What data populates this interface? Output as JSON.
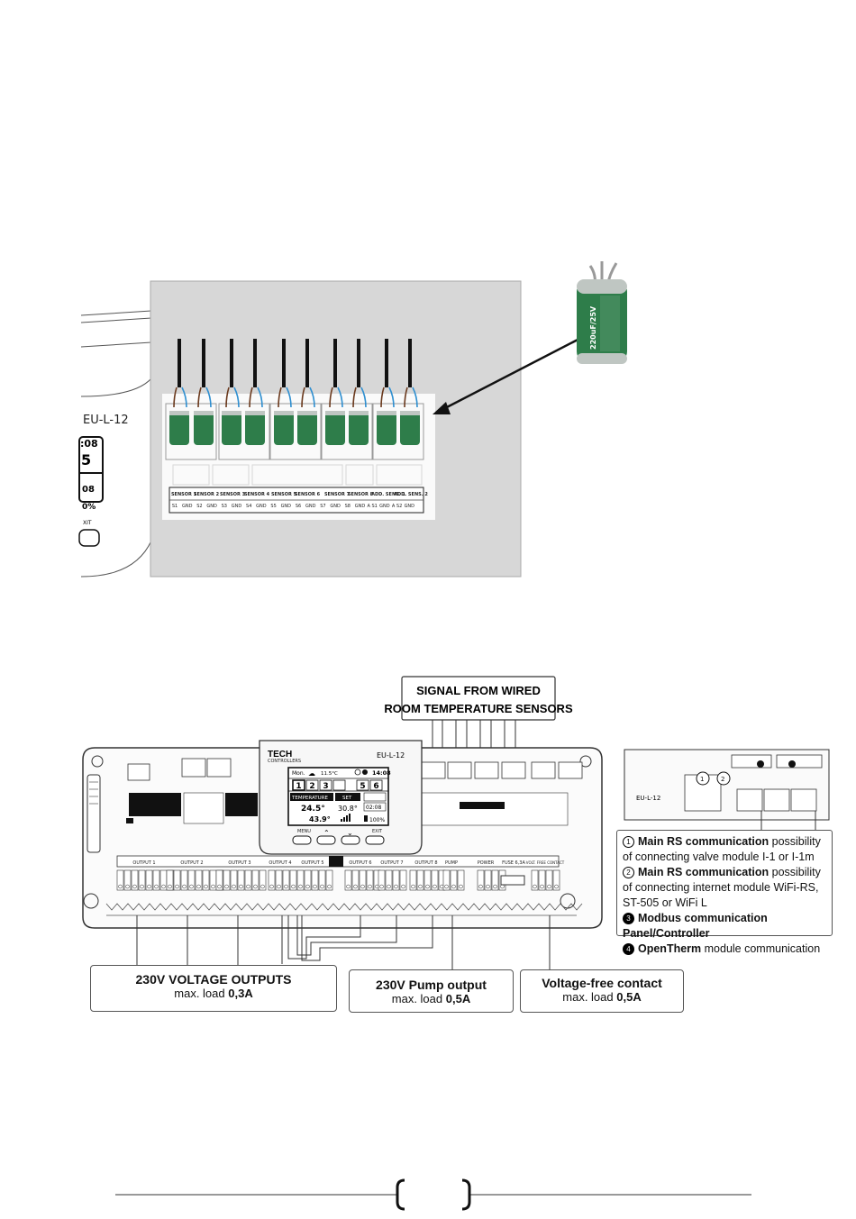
{
  "top_figure": {
    "device_name": "EU-L-12",
    "screen_fragment": [
      ":08",
      "5",
      "08",
      "0%"
    ],
    "exit_fragment": "XIT",
    "capacitor_label": "220uF/25V",
    "sensor_labels": [
      "SENSOR 1",
      "SENSOR 2",
      "SENSOR 3",
      "SENSOR 4",
      "SENSOR 5",
      "SENSOR 6",
      "SENSOR 7",
      "SENSOR 8",
      "ADD. SENS. 1",
      "ADD. SENS. 2"
    ],
    "terminal_labels": [
      "S1",
      "GND",
      "S2",
      "GND",
      "S3",
      "GND",
      "S4",
      "GND",
      "S5",
      "GND",
      "S6",
      "GND",
      "S7",
      "GND",
      "S8",
      "GND",
      "A S1",
      "GND",
      "A S2",
      "GND"
    ]
  },
  "bottom_figure": {
    "signal_callout": [
      "SIGNAL FROM WIRED",
      "ROOM TEMPERATURE SENSORS"
    ],
    "brand": "TECH",
    "brand_sub": "CONTROLLERS",
    "device_name": "EU-L-12",
    "screen": {
      "day": "Mon.",
      "outside_temp": "11.5°C",
      "time": "14:08",
      "zones": [
        "1",
        "2",
        "3",
        "",
        "5",
        "6"
      ],
      "temp_label": "TEMPERATURE",
      "temp_value": "24.5°",
      "humidity": "43.9°",
      "set_label": "SET",
      "set_value": "30.8°",
      "set_time": "02:08",
      "battery": "100%"
    },
    "buttons": [
      "MENU",
      "",
      "",
      "EXIT"
    ],
    "output_labels": [
      "OUTPUT 1",
      "OUTPUT 2",
      "OUTPUT 3",
      "OUTPUT 4",
      "OUTPUT 5",
      "OUTPUT 6",
      "OUTPUT 7",
      "OUTPUT 8",
      "PUMP",
      "POWER",
      "FUSE 6,3A",
      "VOLT. FREE CONTACT"
    ],
    "voltage_callout": {
      "title": "230V VOLTAGE OUTPUTS",
      "load_label": "max. load",
      "load_value": "0,3A"
    },
    "pump_callout": {
      "title": "230V Pump output",
      "load_label": "max. load",
      "load_value": "0,5A"
    },
    "contact_callout": {
      "title": "Voltage-free contact",
      "load_label": "max. load",
      "load_value": "0,5A"
    },
    "inset_device_name": "EU-L-12",
    "legend": [
      {
        "num": "1",
        "bold": "Main RS communication",
        "rest": " possibility of connecting valve module I-1 or I-1m"
      },
      {
        "num": "2",
        "bold": "Main RS communication",
        "rest": " possibility of connecting internet module WiFi-RS, ST-505 or WiFi L"
      },
      {
        "num": "3",
        "bold": "Modbus communication Panel/Controller",
        "rest": ""
      },
      {
        "num": "4",
        "bold": "OpenTherm",
        "rest": " module communication"
      }
    ]
  }
}
